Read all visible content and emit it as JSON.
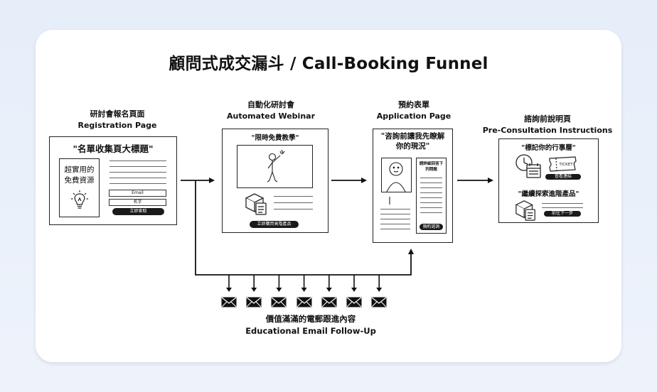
{
  "title": "顧問式成交漏斗 / Call-Booking Funnel",
  "stages": [
    {
      "zh": "研討會報名頁面",
      "en": "Registration Page"
    },
    {
      "zh": "自動化研討會",
      "en": "Automated Webinar"
    },
    {
      "zh": "預約表單",
      "en": "Application Page"
    },
    {
      "zh": "諮詢前說明頁",
      "en": "Pre-Consultation Instructions"
    }
  ],
  "registration": {
    "headline": "\"名單收集頁大標題\"",
    "freebie_line1": "超實用的",
    "freebie_line2": "免費資源",
    "email_label": "Email",
    "name_label": "名字",
    "button": "立即索取"
  },
  "webinar": {
    "headline": "\"限時免費教學\"",
    "button": "立即購買高階產品"
  },
  "application": {
    "headline_line1": "\"咨詢前讓我先瞭解",
    "headline_line2": "你的現況\"",
    "form_title_line1": "請詳細回答下",
    "form_title_line2": "列問題",
    "button": "預約諮詢"
  },
  "preconsult": {
    "headline1": "\"標記你的行事曆\"",
    "ticket": "TICKET",
    "button1": "查看連結",
    "headline2": "\"繼續探索進階產品\"",
    "button2": "前往下一步"
  },
  "email_followup": {
    "zh": "價值滿滿的電郵跟進內容",
    "en": "Educational Email Follow-Up",
    "count": 7
  }
}
